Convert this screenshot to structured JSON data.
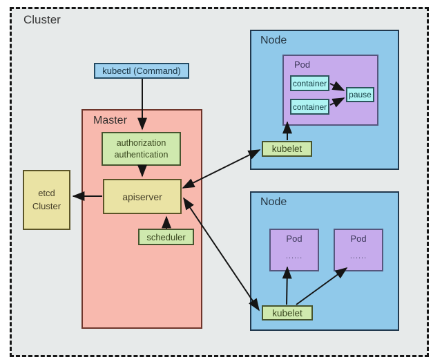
{
  "cluster": {
    "label": "Cluster"
  },
  "master": {
    "label": "Master",
    "kubectl": {
      "label": "kubectl (Command)"
    },
    "auth": {
      "line1": "authorization",
      "line2": "authentication"
    },
    "apiserver": {
      "label": "apiserver"
    },
    "scheduler": {
      "label": "scheduler"
    }
  },
  "etcd": {
    "line1": "etcd",
    "line2": "Cluster"
  },
  "node1": {
    "label": "Node",
    "pod": {
      "label": "Pod",
      "containers": [
        {
          "label": "container"
        },
        {
          "label": "container"
        }
      ],
      "pause": {
        "label": "pause"
      }
    },
    "kubelet": {
      "label": "kubelet"
    }
  },
  "node2": {
    "label": "Node",
    "pods": [
      {
        "label": "Pod",
        "dots": "......"
      },
      {
        "label": "Pod",
        "dots": "......"
      }
    ],
    "kubelet": {
      "label": "kubelet"
    }
  },
  "edges": [
    {
      "from": "kubectl",
      "to": "authorization-authentication",
      "type": "arrow"
    },
    {
      "from": "authorization-authentication",
      "to": "apiserver",
      "type": "arrow"
    },
    {
      "from": "scheduler",
      "to": "apiserver",
      "type": "arrow"
    },
    {
      "from": "apiserver",
      "to": "etcd-cluster",
      "type": "arrow"
    },
    {
      "from": "apiserver",
      "to": "node1-kubelet",
      "type": "double-arrow"
    },
    {
      "from": "apiserver",
      "to": "node2-kubelet",
      "type": "double-arrow"
    },
    {
      "from": "node1-kubelet",
      "to": "node1-pod",
      "type": "arrow"
    },
    {
      "from": "node1-container-1",
      "to": "pause",
      "type": "arrow"
    },
    {
      "from": "node1-container-2",
      "to": "pause",
      "type": "arrow"
    },
    {
      "from": "node2-kubelet",
      "to": "node2-pod-left",
      "type": "arrow"
    },
    {
      "from": "node2-kubelet",
      "to": "node2-pod-right",
      "type": "arrow"
    }
  ],
  "colors": {
    "background": "#e7eaea",
    "cluster_border": "#161616",
    "node_fill": "#90c9ea",
    "pod_fill": "#c6abec",
    "container_fill": "#aef3f3",
    "master_fill": "#f8b9ae",
    "green_fill": "#cfe9ae",
    "khaki_fill": "#eae3a4",
    "kubectl_fill": "#9fd1ef",
    "arrow_color": "#151515"
  }
}
